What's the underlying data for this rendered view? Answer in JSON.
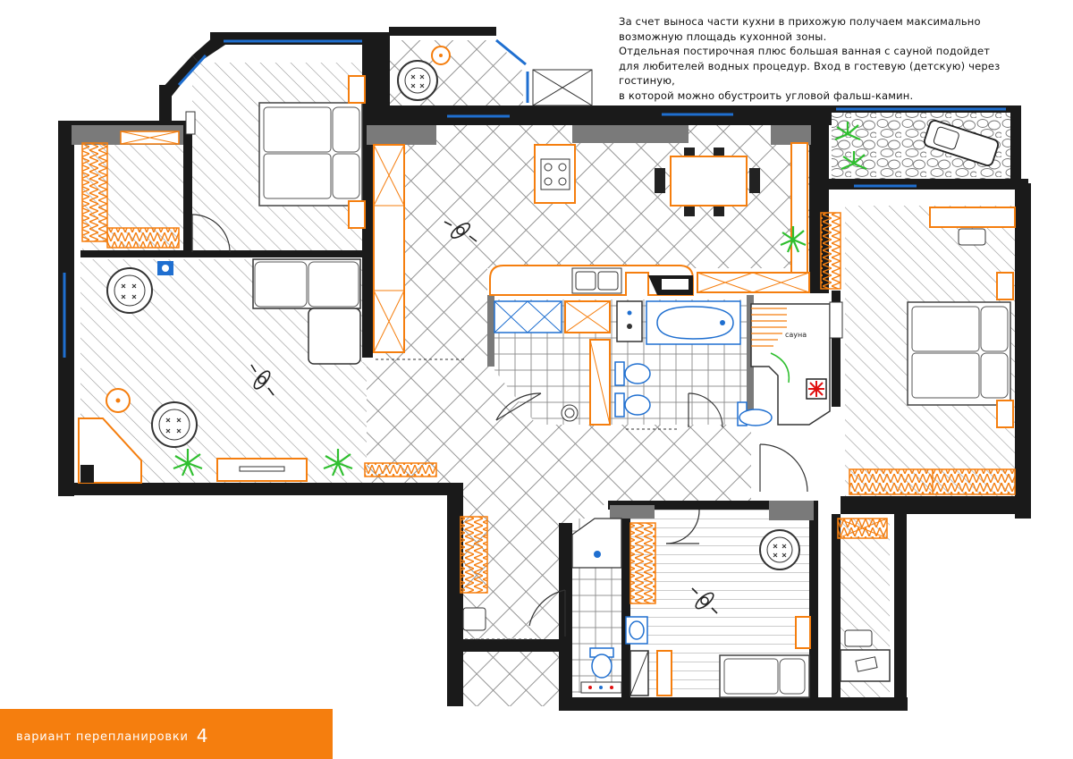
{
  "caption": {
    "line1": "За счет выноса части кухни в прихожую получаем максимально",
    "line2": "возможную площадь кухонной зоны.",
    "line3": "Отдельная постирочная плюс большая ванная с сауной подойдет",
    "line4": "для любителей водных процедур. Вход в гостевую (детскую) через гостиную,",
    "line5": "в которой можно обустроить угловой фальш-камин."
  },
  "labels": {
    "sauna": "сауна"
  },
  "footer": {
    "title": "вариант перепланировки",
    "number": "4"
  },
  "colors": {
    "wall": "#1a1a1a",
    "wall_shadow": "#7a7a7a",
    "furniture": "#f57e0e",
    "plumbing": "#1f6fd0",
    "window": "#1f6fd0",
    "plant": "#2fbf2f",
    "hatch": "#9a9a9a",
    "footer_bg": "#f57e0e"
  },
  "icons": [
    "bed-icon",
    "armchair-icon",
    "sofa-icon",
    "stove-icon",
    "sink-icon",
    "bathtub-icon",
    "toilet-icon",
    "shower-icon",
    "washing-machine-icon",
    "plant-icon",
    "person-icon",
    "dining-table-icon",
    "desk-icon",
    "sauna-heater-icon",
    "lounge-chair-icon",
    "door-swing-icon"
  ]
}
